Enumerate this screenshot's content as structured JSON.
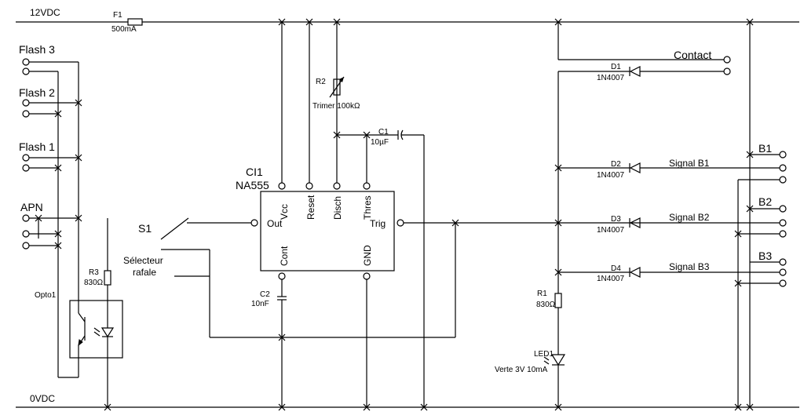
{
  "rails": {
    "vcc": "12VDC",
    "gnd": "0VDC"
  },
  "fuse": {
    "ref": "F1",
    "value": "500mA"
  },
  "ic": {
    "ref": "CI1",
    "part": "NA555",
    "pins": {
      "vcc": "Vcc",
      "reset": "Reset",
      "disch": "Disch",
      "thres": "Thres",
      "out": "Out",
      "trig": "Trig",
      "cont": "Cont",
      "gnd": "GND"
    }
  },
  "r2": {
    "ref": "R2",
    "value": "Trimer 100kΩ"
  },
  "c1": {
    "ref": "C1",
    "value": "10µF"
  },
  "c2": {
    "ref": "C2",
    "value": "10nF"
  },
  "r3": {
    "ref": "R3",
    "value": "830Ω"
  },
  "r1": {
    "ref": "R1",
    "value": "830Ω"
  },
  "opto": {
    "ref": "Opto1"
  },
  "led1": {
    "ref": "LED1",
    "value": "Verte 3V 10mA"
  },
  "switch": {
    "ref": "S1",
    "desc_line1": "Sélecteur",
    "desc_line2": "rafale"
  },
  "connectors": {
    "flash3": "Flash 3",
    "flash2": "Flash 2",
    "flash1": "Flash 1",
    "apn": "APN",
    "contact": "Contact",
    "b1": "B1",
    "b2": "B2",
    "b3": "B3"
  },
  "diodes": [
    {
      "ref": "D1",
      "part": "1N4007",
      "signal": ""
    },
    {
      "ref": "D2",
      "part": "1N4007",
      "signal": "Signal B1"
    },
    {
      "ref": "D3",
      "part": "1N4007",
      "signal": "Signal B2"
    },
    {
      "ref": "D4",
      "part": "1N4007",
      "signal": "Signal B3"
    }
  ]
}
